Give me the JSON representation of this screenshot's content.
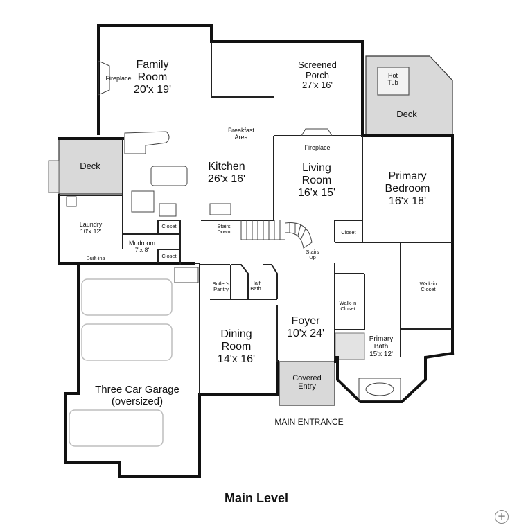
{
  "title": "Main Level",
  "entrance_label": "MAIN ENTRANCE",
  "zoom_icon": "+",
  "rooms": {
    "family_room": {
      "name": "Family\nRoom",
      "size": "20'x 19'"
    },
    "screened_porch": {
      "name": "Screened\nPorch",
      "size": "27'x 16'"
    },
    "hot_tub": "Hot\nTub",
    "deck_right": "Deck",
    "deck_left": "Deck",
    "fireplace_family": "Fireplace",
    "fireplace_living": "Fireplace",
    "breakfast": "Breakfast\nArea",
    "kitchen": {
      "name": "Kitchen",
      "size": "26'x 16'"
    },
    "living_room": {
      "name": "Living\nRoom",
      "size": "16'x 15'"
    },
    "primary_bedroom": {
      "name": "Primary\nBedroom",
      "size": "16'x 18'"
    },
    "laundry": {
      "name": "Laundry",
      "size": "10'x 12'"
    },
    "closet_kitchen": "Closet",
    "closet_living": "Closet",
    "closet_mudroom": "Closet",
    "stairs_down": "Stairs\nDown",
    "stairs_up": "Stairs\nUp",
    "mudroom": {
      "name": "Mudroom",
      "size": "7'x 8'"
    },
    "built_ins": "Built-ins",
    "butlers_pantry": "Butler's\nPantry",
    "half_bath": "Half\nBath",
    "walkin_closet_right": "Walk-in\nCloset",
    "walkin_closet_center": "Walk-in\nCloset",
    "foyer": {
      "name": "Foyer",
      "size": "10'x 24'"
    },
    "dining_room": {
      "name": "Dining\nRoom",
      "size": "14'x 16'"
    },
    "primary_bath": {
      "name": "Primary\nBath",
      "size": "15'x 12'"
    },
    "covered_entry": "Covered\nEntry",
    "garage": {
      "name": "Three Car Garage",
      "size": "(oversized)"
    }
  }
}
